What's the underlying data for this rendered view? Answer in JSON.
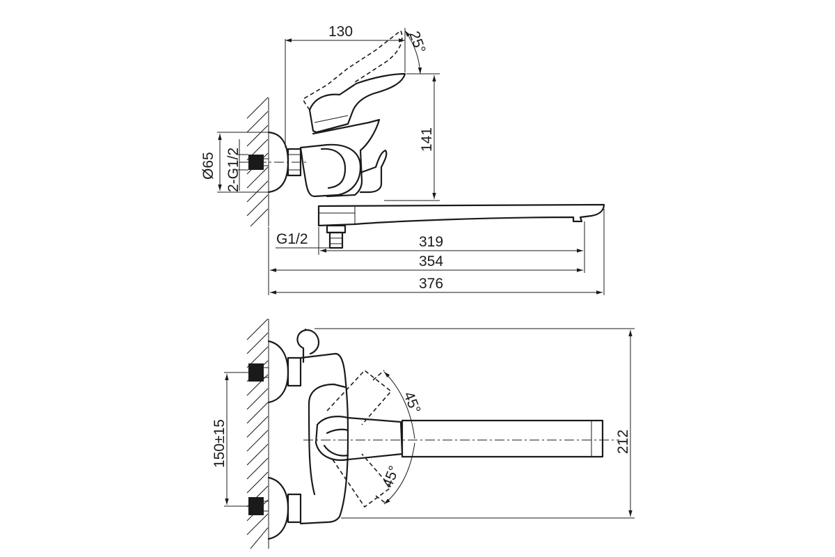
{
  "side_view": {
    "dimensions": {
      "handle_reach": "130",
      "handle_tilt": "25°",
      "height": "141",
      "diameter": "Ø65",
      "inlet_thread": "2-G1/2",
      "outlet_thread": "G1/2",
      "spout_length": "319",
      "spout_reach": "354",
      "overall_length": "376"
    }
  },
  "top_view": {
    "dimensions": {
      "rotation_upper": "45°",
      "rotation_lower": "45°",
      "inlet_spacing": "150±15",
      "overall_width": "212"
    }
  }
}
